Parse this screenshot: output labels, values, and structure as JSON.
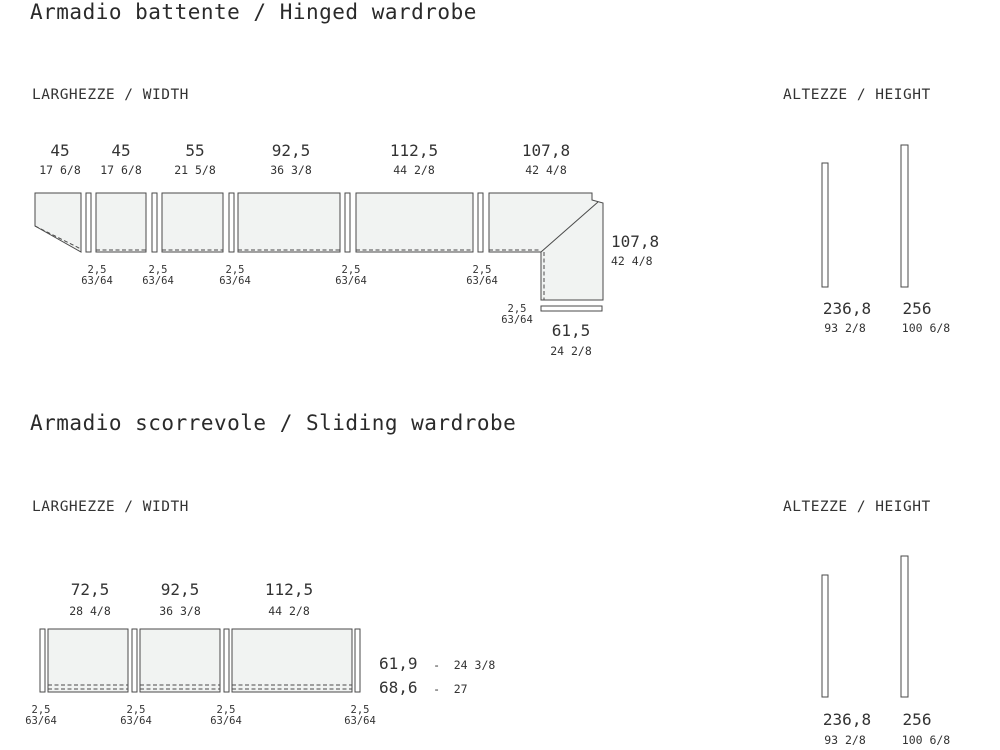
{
  "sections": {
    "hinged": {
      "title": "Armadio battente / Hinged wardrobe",
      "width_label": "LARGHEZZE / WIDTH",
      "height_label": "ALTEZZE / HEIGHT",
      "widths": [
        {
          "cm": "45",
          "in": "17 6/8"
        },
        {
          "cm": "45",
          "in": "17 6/8"
        },
        {
          "cm": "55",
          "in": "21 5/8"
        },
        {
          "cm": "92,5",
          "in": "36 3/8"
        },
        {
          "cm": "112,5",
          "in": "44 2/8"
        },
        {
          "cm": "107,8",
          "in": "42 4/8"
        }
      ],
      "corner_depth": {
        "cm": "107,8",
        "in": "42 4/8"
      },
      "corner_bottom": {
        "cm": "61,5",
        "in": "24 2/8"
      },
      "side_panels": [
        {
          "cm": "2,5",
          "in": "63/64"
        },
        {
          "cm": "2,5",
          "in": "63/64"
        },
        {
          "cm": "2,5",
          "in": "63/64"
        },
        {
          "cm": "2,5",
          "in": "63/64"
        },
        {
          "cm": "2,5",
          "in": "63/64"
        },
        {
          "cm": "2,5",
          "in": "63/64"
        }
      ],
      "heights": [
        {
          "cm": "236,8",
          "in": "93 2/8"
        },
        {
          "cm": "256",
          "in": "100 6/8"
        }
      ]
    },
    "sliding": {
      "title": "Armadio scorrevole / Sliding wardrobe",
      "width_label": "LARGHEZZE / WIDTH",
      "height_label": "ALTEZZE / HEIGHT",
      "widths": [
        {
          "cm": "72,5",
          "in": "28 4/8"
        },
        {
          "cm": "92,5",
          "in": "36 3/8"
        },
        {
          "cm": "112,5",
          "in": "44 2/8"
        }
      ],
      "depths": [
        {
          "cm": "61,9",
          "sep": "-",
          "in": "24 3/8"
        },
        {
          "cm": "68,6",
          "sep": "-",
          "in": "27"
        }
      ],
      "side_panels": [
        {
          "cm": "2,5",
          "in": "63/64"
        },
        {
          "cm": "2,5",
          "in": "63/64"
        },
        {
          "cm": "2,5",
          "in": "63/64"
        },
        {
          "cm": "2,5",
          "in": "63/64"
        }
      ],
      "heights": [
        {
          "cm": "236,8",
          "in": "93 2/8"
        },
        {
          "cm": "256",
          "in": "100 6/8"
        }
      ]
    }
  }
}
